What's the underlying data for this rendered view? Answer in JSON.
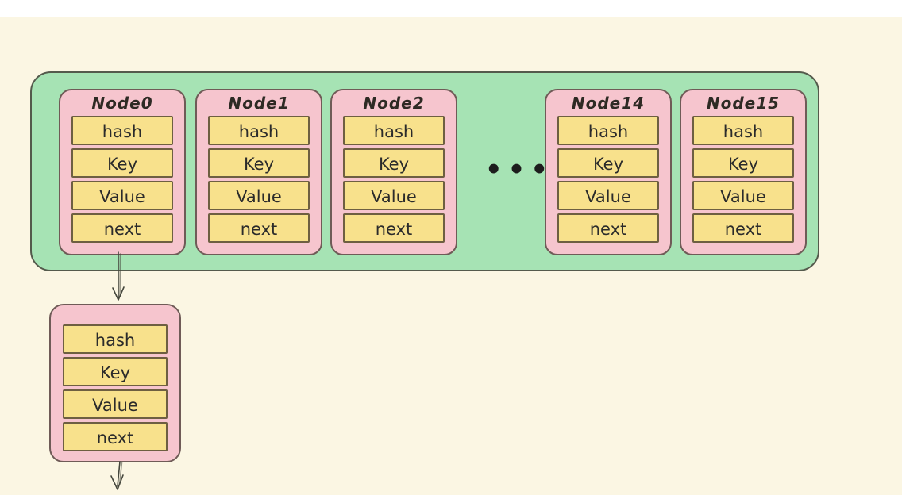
{
  "diagram": {
    "kind": "hash-table-structure",
    "bucket_array": {
      "nodes": [
        {
          "title": "Node0",
          "fields": [
            "hash",
            "Key",
            "Value",
            "next"
          ]
        },
        {
          "title": "Node1",
          "fields": [
            "hash",
            "Key",
            "Value",
            "next"
          ]
        },
        {
          "title": "Node2",
          "fields": [
            "hash",
            "Key",
            "Value",
            "next"
          ]
        },
        {
          "title": "Node14",
          "fields": [
            "hash",
            "Key",
            "Value",
            "next"
          ]
        },
        {
          "title": "Node15",
          "fields": [
            "hash",
            "Key",
            "Value",
            "next"
          ]
        }
      ],
      "ellipsis": "•••"
    },
    "chained_node": {
      "fields": [
        "hash",
        "Key",
        "Value",
        "next"
      ]
    },
    "colors": {
      "canvas_bg": "#FBF6E3",
      "top_strip_bg": "#FFFFFF",
      "bucket_array_bg": "#A6E3B4",
      "node_card_bg": "#F6C5CE",
      "field_bg": "#F8E18C",
      "bucket_border": "#545A4C",
      "card_border": "#6F5B57",
      "field_border": "#6E5F41",
      "arrow_stroke": "#45473D",
      "text": "#2B2B2B"
    }
  }
}
